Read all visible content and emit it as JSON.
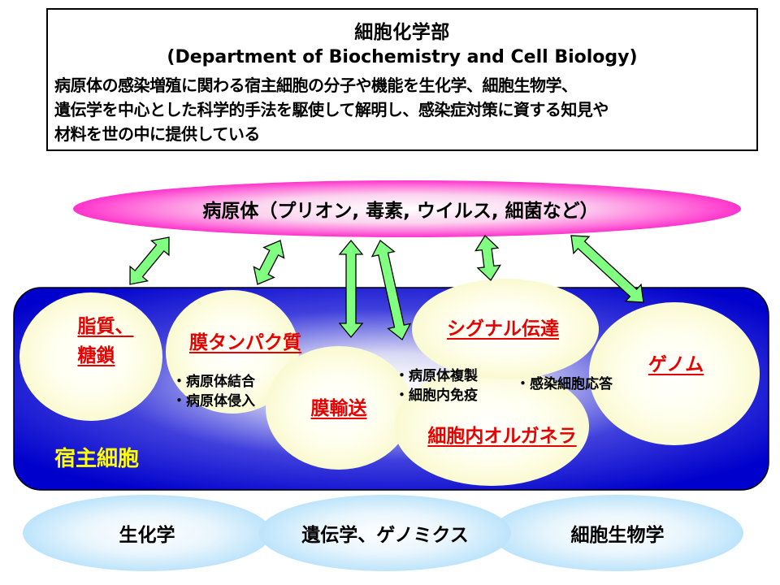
{
  "header": {
    "title": "細胞化学部",
    "subtitle": "(Department of Biochemistry and Cell Biology)",
    "description_lines": [
      "病原体の感染増殖に関わる宿主細胞の分子や機能を生化学、細胞生物学、",
      "遺伝学を中心とした科学的手法を駆使して解明し、感染症対策に資する知見や",
      "材料を世の中に提供している"
    ]
  },
  "pathogen": {
    "label": "病原体（プリオン, 毒素, ウイルス, 細菌など）"
  },
  "host": {
    "label": "宿主細胞"
  },
  "topics": {
    "lipid_sugar": [
      "脂質、",
      "糖鎖"
    ],
    "membrane_protein": "膜タンパク質",
    "membrane_transport": "膜輸送",
    "signal_transduction": "シグナル伝達",
    "genome": "ゲノム",
    "organelle": "細胞内オルガネラ"
  },
  "notes": {
    "binding_invasion": [
      "・病原体結合",
      "・病原体侵入"
    ],
    "replication_immunity": [
      "・病原体複製",
      "・細胞内免疫"
    ],
    "infection_response": [
      "・感染細胞応答"
    ]
  },
  "fields": [
    "生化学",
    "遺伝学、ゲノミクス",
    "細胞生物学"
  ],
  "colors": {
    "topic_text": "#e60000",
    "host_label": "#ffff00",
    "host_cell": "#0000cc",
    "arrow_fill": "#80ff80",
    "pathogen_ellipse": "#ff33cc",
    "field_ellipse": "#bde4fb"
  }
}
